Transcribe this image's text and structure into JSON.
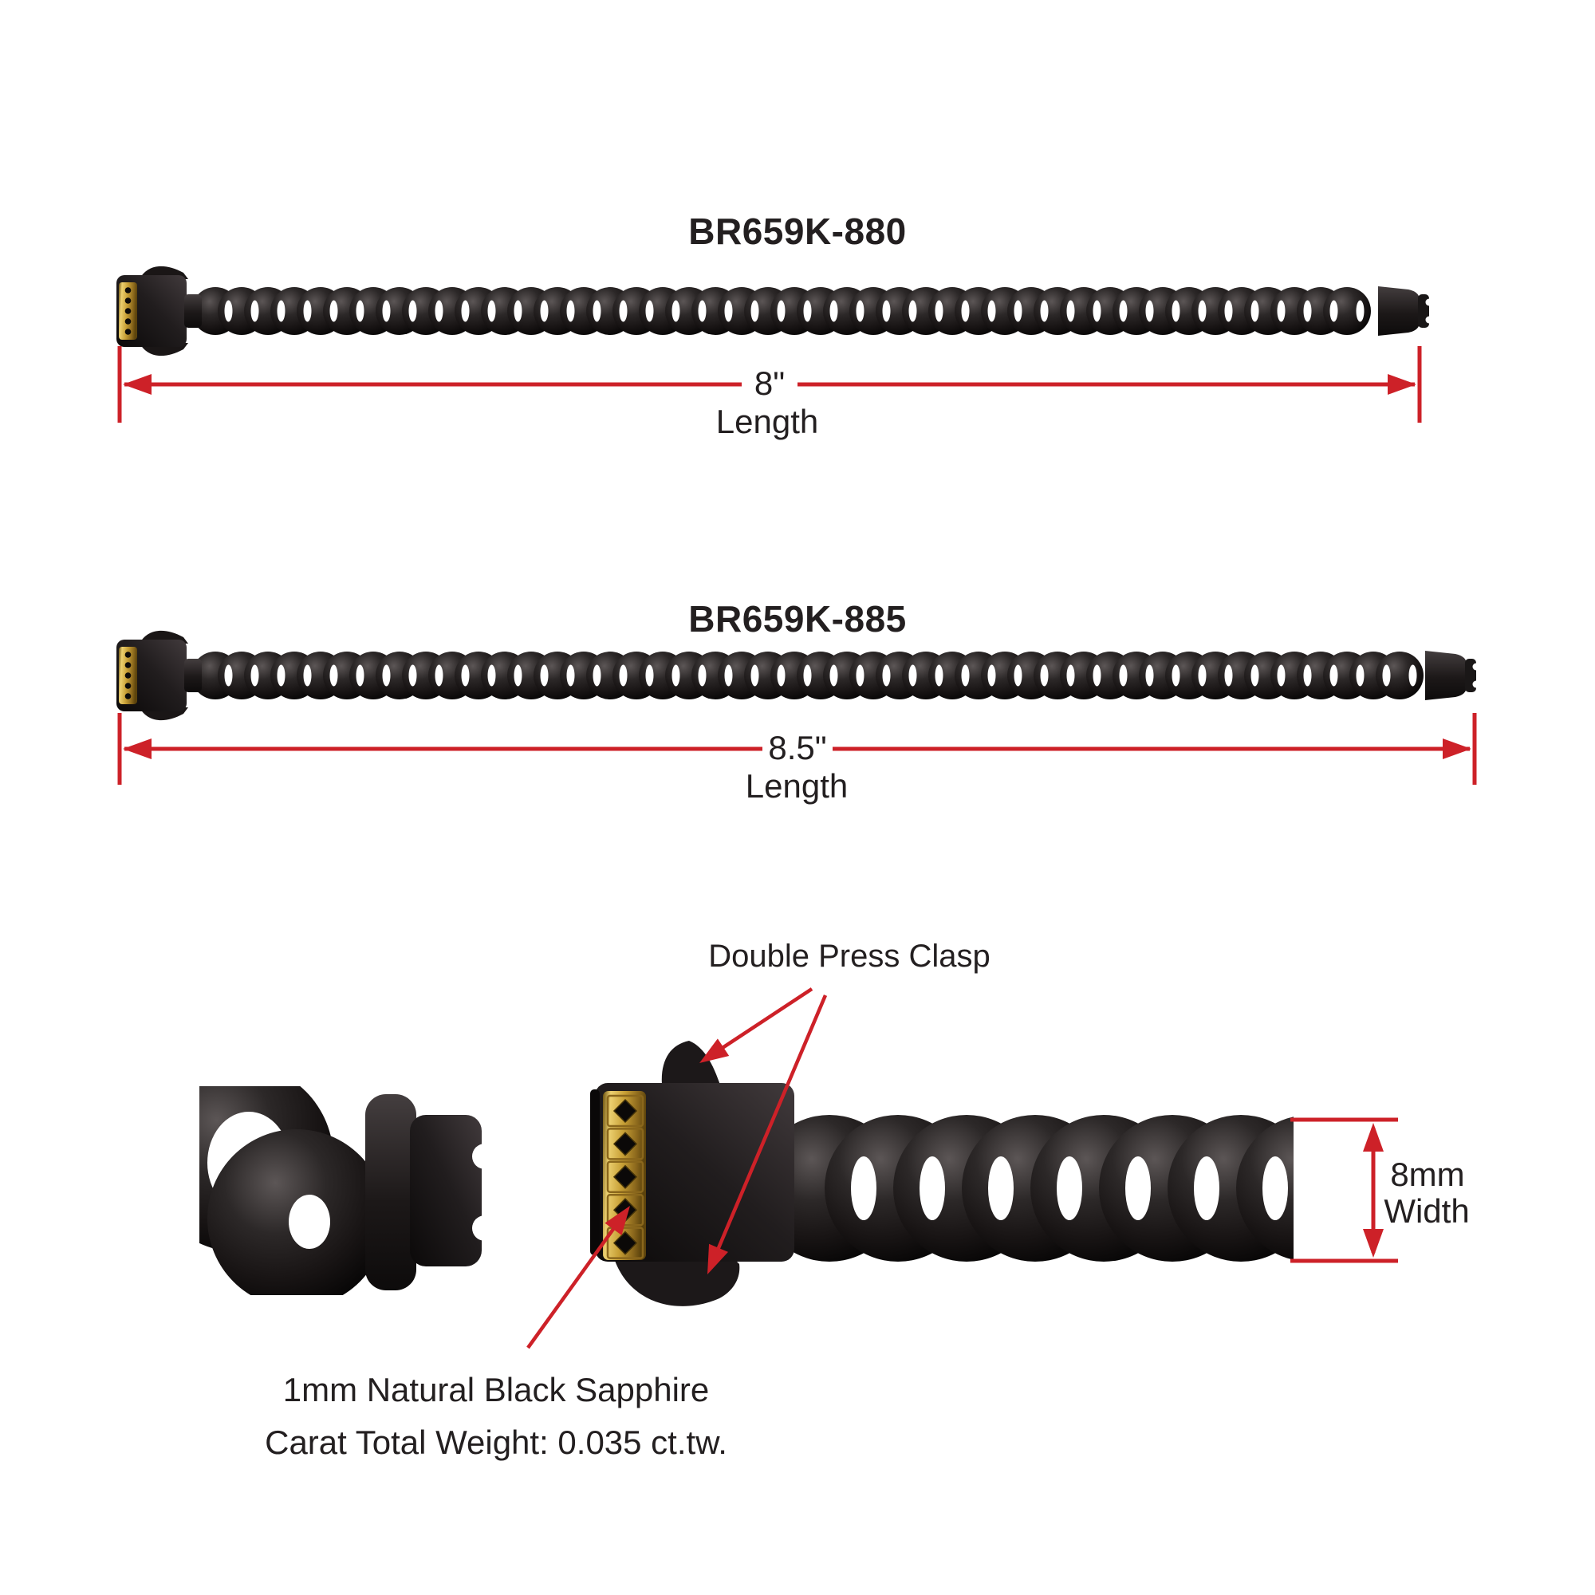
{
  "colors": {
    "red": "#cd2128",
    "text": "#231f20",
    "gold": "#c79f35",
    "chain_black": "#1b1717"
  },
  "products": [
    {
      "sku": "BR659K-880",
      "length_value": "8\"",
      "length_label": "Length"
    },
    {
      "sku": "BR659K-885",
      "length_value": "8.5\"",
      "length_label": "Length"
    }
  ],
  "closeup": {
    "clasp_label": "Double Press Clasp",
    "width_value": "8mm",
    "width_label": "Width",
    "gem_note_line1": "1mm Natural Black Sapphire",
    "gem_note_line2": "Carat Total Weight: 0.035 ct.tw."
  }
}
